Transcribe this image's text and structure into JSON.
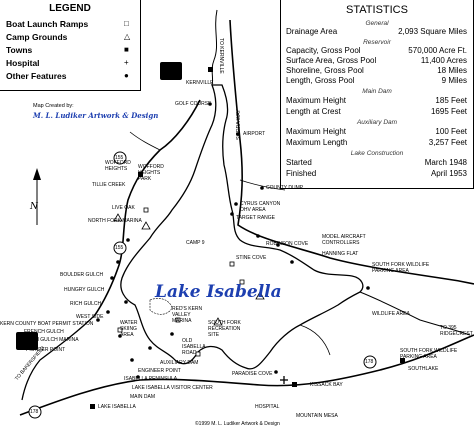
{
  "title": "Lake Isabella",
  "legend": {
    "title": "LEGEND",
    "items": [
      {
        "label": "Boat Launch Ramps",
        "symbol": "□"
      },
      {
        "label": "Camp Grounds",
        "symbol": "△"
      },
      {
        "label": "Towns",
        "symbol": "■"
      },
      {
        "label": "Hospital",
        "symbol": "+"
      },
      {
        "label": "Other Features",
        "symbol": "●"
      }
    ]
  },
  "credit": {
    "line1": "Map Created by:",
    "line2": "M. L. Ludiker Artwork & Design"
  },
  "copyright": "©1999 M. L. Ludiker Artwork & Design",
  "stats": {
    "title": "STATISTICS",
    "general": {
      "heading": "General",
      "rows": [
        {
          "k": "Drainage Area",
          "v": "2,093 Square Miles"
        }
      ]
    },
    "reservoir": {
      "heading": "Reservoir",
      "rows": [
        {
          "k": "Capacity, Gross Pool",
          "v": "570,000 Acre Ft."
        },
        {
          "k": "Surface Area, Gross Pool",
          "v": "11,400 Acres"
        },
        {
          "k": "Shoreline, Gross Pool",
          "v": "18 Miles"
        },
        {
          "k": "Length, Gross Pool",
          "v": "9 Miles"
        }
      ]
    },
    "main_dam": {
      "heading": "Main Dam",
      "rows": [
        {
          "k": "Maximum Height",
          "v": "185 Feet"
        },
        {
          "k": "Length at Crest",
          "v": "1695 Feet"
        }
      ]
    },
    "aux_dam": {
      "heading": "Auxiliary Dam",
      "rows": [
        {
          "k": "Maximum Height",
          "v": "100 Feet"
        },
        {
          "k": "Maximum Length",
          "v": "3,257 Feet"
        }
      ]
    },
    "construction": {
      "heading": "Lake Construction",
      "rows": [
        {
          "k": "Started",
          "v": "March 1948"
        },
        {
          "k": "Finished",
          "v": "April 1953"
        }
      ]
    }
  },
  "north": "N",
  "roads": {
    "r155a": "155",
    "r155b": "155",
    "r178a": "178",
    "r178b": "178",
    "sierra_way": "SIERRA WAY",
    "to_bakersfield": "TO BAKERSFIELD",
    "to_395": "TO 395 RIDGECREST",
    "to_kernville_n": "TO KERNVILLE"
  },
  "places": {
    "kernville": "KERNVILLE",
    "golf": "GOLF COURSE",
    "airport": "AIRPORT",
    "wofford_heights": "WOFFORD HEIGHTS",
    "wofford_park": "WOFFORD HEIGHTS PARK",
    "tillie": "TILLIE CREEK",
    "live_oak": "LIVE OAK",
    "north_fork_marina": "NORTH FORK MARINA",
    "county_dump": "COUNTY DUMP",
    "cyrus": "CYRUS CANYON OHV AREA",
    "target": "TARGET RANGE",
    "camp9": "CAMP 9",
    "model_aircraft": "MODEL AIRCRAFT CONTROLLERS",
    "robinson": "ROBINSON COVE",
    "hanning": "HANNING FLAT",
    "stine": "STINE COVE",
    "sf_wildlife1": "SOUTH FORK WILDLIFE PARKING AREA",
    "boulder": "BOULDER GULCH",
    "hungry": "HUNGRY GULCH",
    "rich": "RICH GULCH",
    "west_side": "WEST SIDE",
    "kern_boat": "KERN COUNTY BOAT PERMIT STATION",
    "french": "FRENCH GULCH",
    "french_marina": "FRENCH GULCH MARINA",
    "pioneer": "PIONEER POINT",
    "water_ski": "WATER SKIING AREA",
    "reds": "RED'S KERN VALLEY MARINA",
    "sf_rec": "SOUTH FORK RECREATION SITE",
    "old_isabella": "OLD ISABELLA ROAD",
    "aux_dam": "AUXILIARY DAM",
    "engineer": "ENGINEER POINT",
    "isabella_pen": "ISABELLA PENINSULA",
    "visitor": "LAKE ISABELLA VISITOR CENTER",
    "main_dam": "MAIN DAM",
    "lake_isabella_town": "LAKE ISABELLA",
    "paradise": "PARADISE COVE",
    "kissack": "KISSACK BAY",
    "hospital": "HOSPITAL",
    "mountain_mesa": "MOUNTAIN MESA",
    "southlake": "SOUTHLAKE",
    "wildlife": "WILDLIFE AREA",
    "sf_wildlife2": "SOUTH FORK WILDLIFE PARKING AREA"
  }
}
